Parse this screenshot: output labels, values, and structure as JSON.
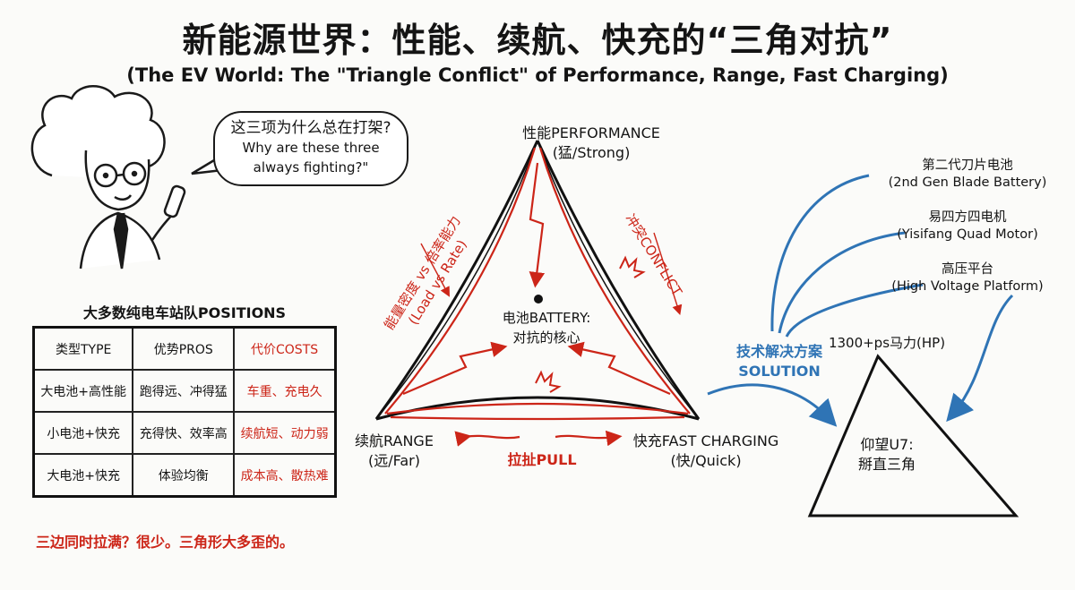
{
  "title": "新能源世界：性能、续航、快充的“三角对抗”",
  "subtitle": "(The EV World: The \"Triangle Conflict\" of Performance, Range, Fast Charging)",
  "speech_bubble": {
    "line1": "这三项为什么总在打架?",
    "line2": "Why are these three",
    "line3": "always fighting?\""
  },
  "triangle": {
    "top": {
      "label": "性能PERFORMANCE",
      "sub": "(猛/Strong)"
    },
    "left": {
      "label": "续航RANGE",
      "sub": "(远/Far)"
    },
    "right": {
      "label": "快充FAST CHARGING",
      "sub": "(快/Quick)"
    },
    "center_line1": "电池BATTERY:",
    "center_line2": "对抗的核心",
    "left_edge_label1": "能量密度 vs 倍率能力",
    "left_edge_label2": "(Load vs Rate)",
    "right_edge_label": "冲突CONFLICT",
    "bottom_label": "拉扯PULL"
  },
  "table": {
    "title": "大多数纯电车站队POSITIONS",
    "headers": [
      "类型TYPE",
      "优势PROS",
      "代价COSTS"
    ],
    "rows": [
      [
        "大电池+高性能",
        "跑得远、冲得猛",
        "车重、充电久"
      ],
      [
        "小电池+快充",
        "充得快、效率高",
        "续航短、动力弱"
      ],
      [
        "大电池+快充",
        "体验均衡",
        "成本高、散热难"
      ]
    ]
  },
  "footnote": "三边同时拉满？很少。三角形大多歪的。",
  "solution": {
    "items": [
      {
        "cn": "第二代刀片电池",
        "en": "(2nd Gen Blade Battery)"
      },
      {
        "cn": "易四方四电机",
        "en": "(Yisifang Quad Motor)"
      },
      {
        "cn": "高压平台",
        "en": "(High Voltage Platform)"
      }
    ],
    "label_cn": "技术解决方案",
    "label_en": "SOLUTION",
    "hp": "1300+ps马力(HP)",
    "car_line1": "仰望U7:",
    "car_line2": "掰直三角"
  },
  "colors": {
    "accent_red": "#cc2518",
    "accent_blue": "#2f74b5",
    "ink": "#141414"
  }
}
